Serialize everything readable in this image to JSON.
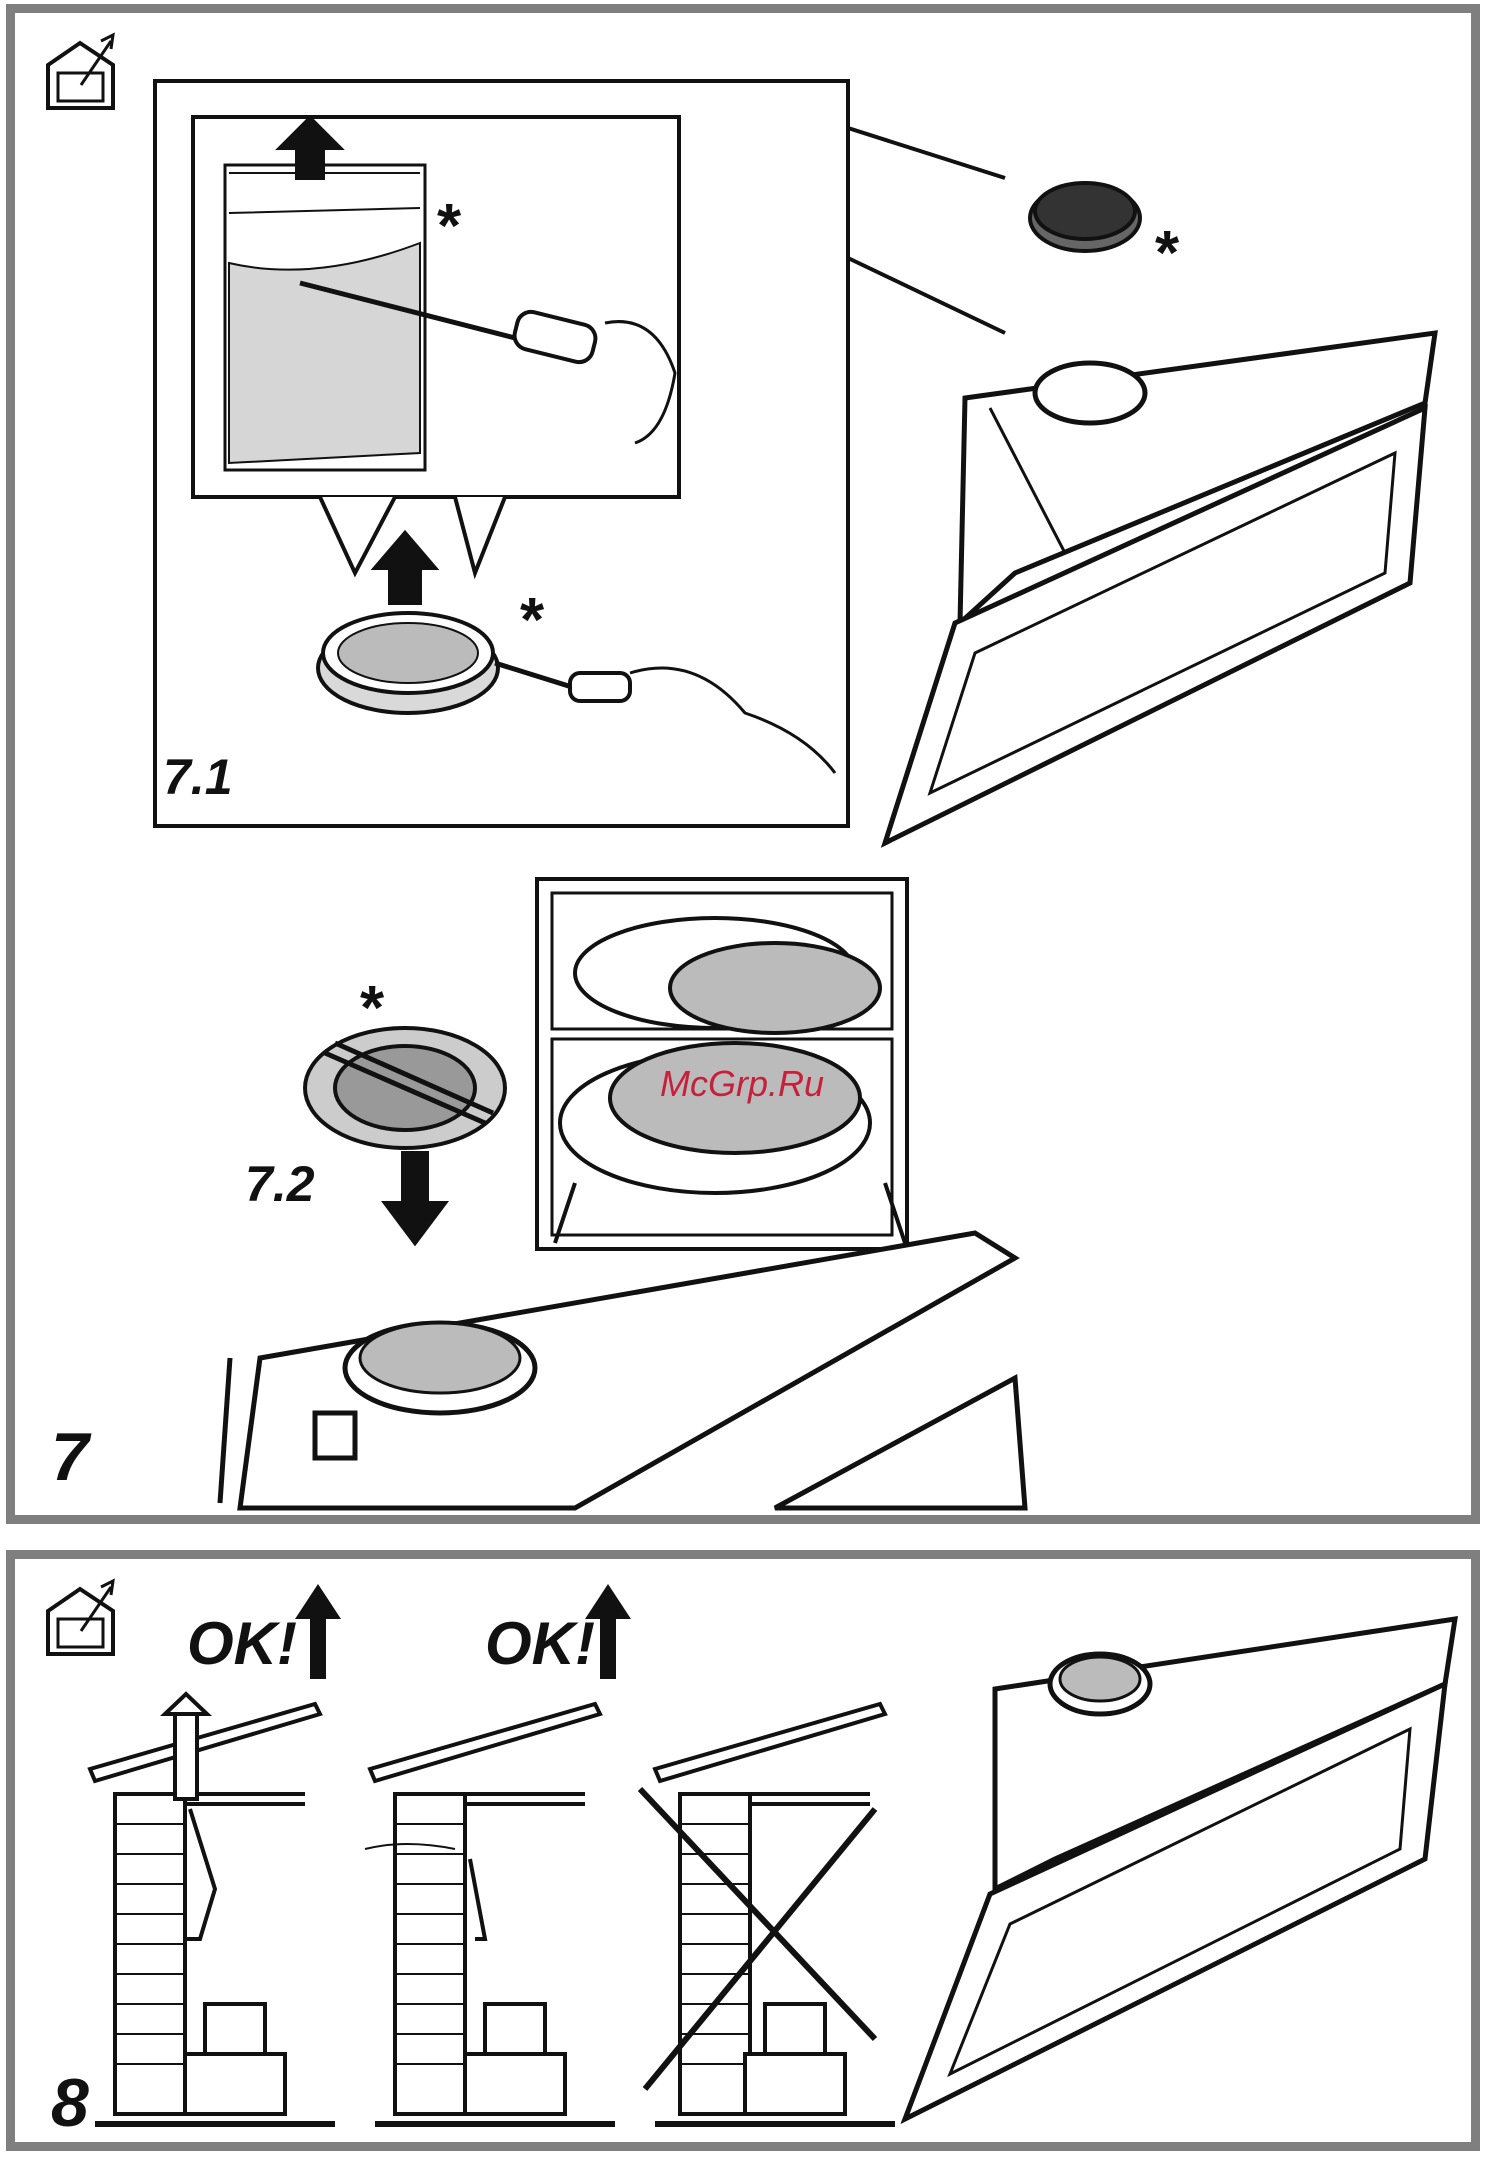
{
  "step7": {
    "number": "7",
    "sub1_label": "7.1",
    "sub2_label": "7.2",
    "asterisk": "*"
  },
  "step8": {
    "number": "8",
    "ok_label_1": "OK!",
    "ok_label_2": "OK!"
  },
  "watermark": "McGrp.Ru",
  "icons": {
    "outdoor_vent_icon": "house-with-outward-arrow-icon",
    "arrow_up_icon": "arrow-up-icon",
    "arrow_down_icon": "arrow-down-icon",
    "cross_icon": "cross-out-icon"
  }
}
